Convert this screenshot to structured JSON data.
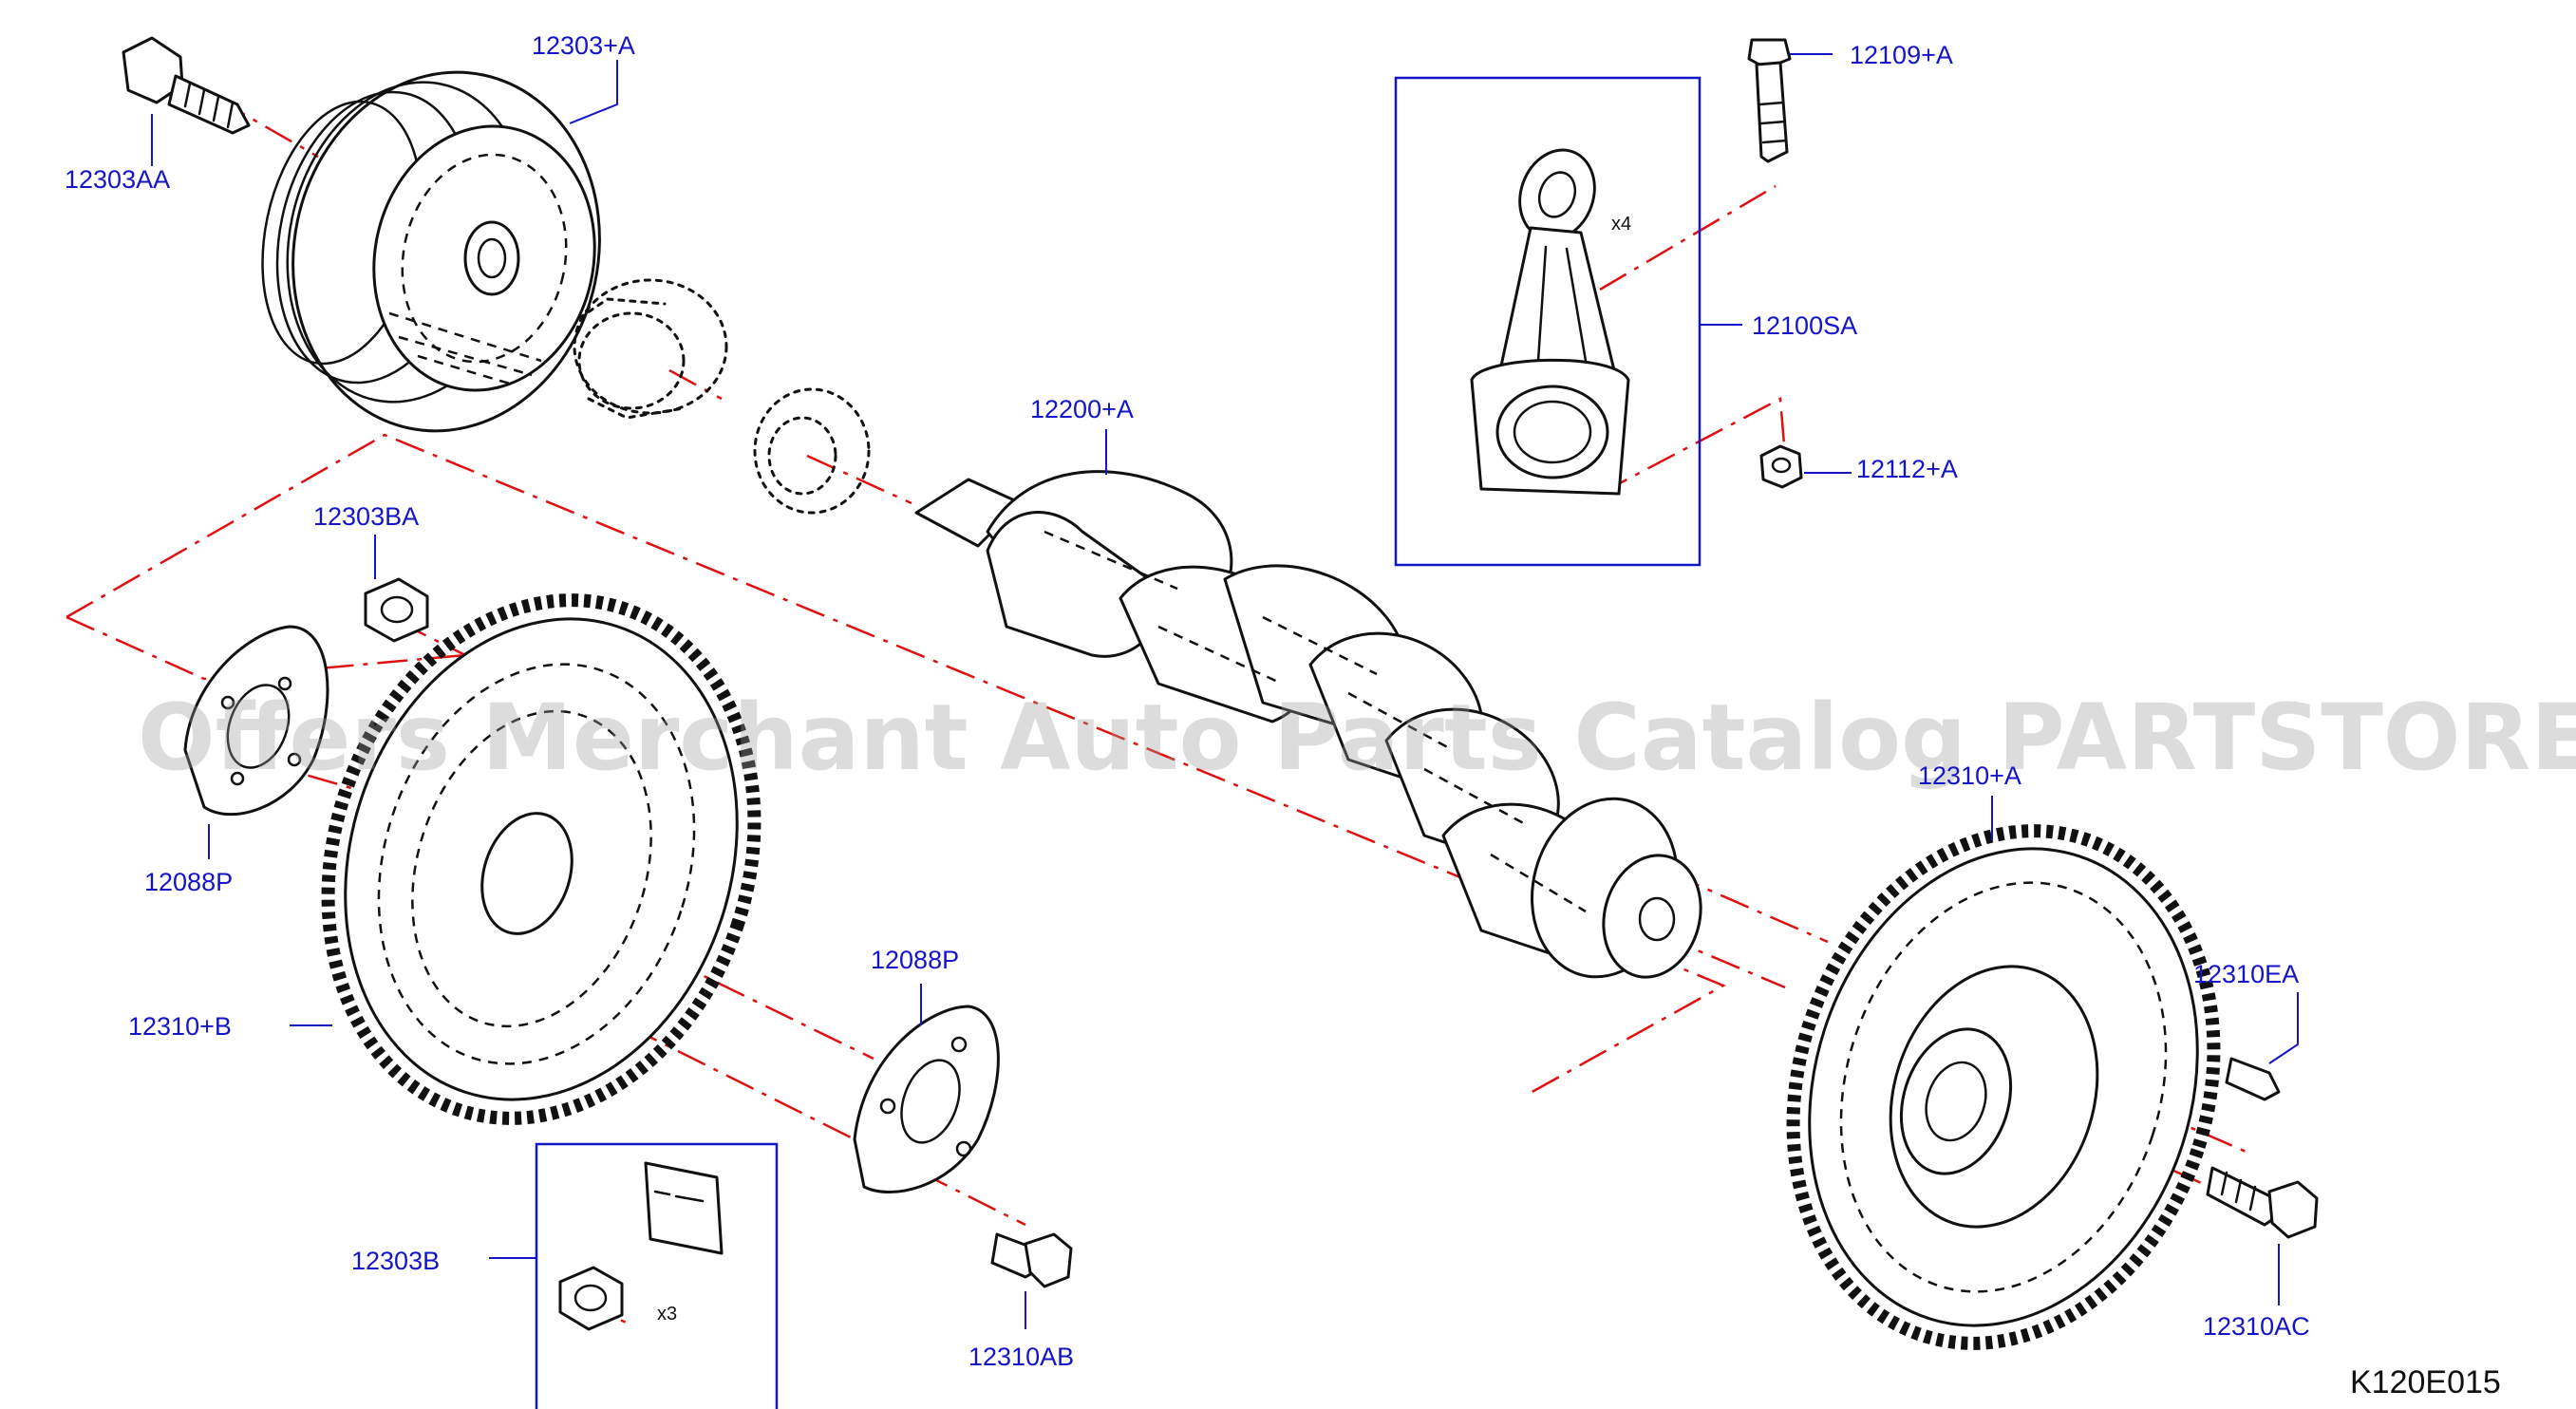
{
  "diagram_code": "K120E015",
  "watermark": "Offers Merchant Auto Parts Catalog PARTSTORE.SA",
  "colors": {
    "callout": "#1414c8",
    "assembly_line": "#e01010",
    "drawing": "#111111"
  },
  "callouts": {
    "pulley_bolt": "12303AA",
    "pulley": "12303+A",
    "rod_bolt": "12109+A",
    "rod_assembly": "12100SA",
    "rod_nut": "12112+A",
    "crankshaft": "12200+A",
    "plate_nut": "12303BA",
    "plate_left": "12088P",
    "flywheel_left": "12310+B",
    "plate_lower": "12088P",
    "nut_kit": "12303B",
    "bolt_lower": "12310AB",
    "flywheel_right": "12310+A",
    "dowel": "12310EA",
    "flywheel_bolt": "12310AC"
  },
  "quantities": {
    "rod": "x4",
    "nut_kit": "x3"
  }
}
